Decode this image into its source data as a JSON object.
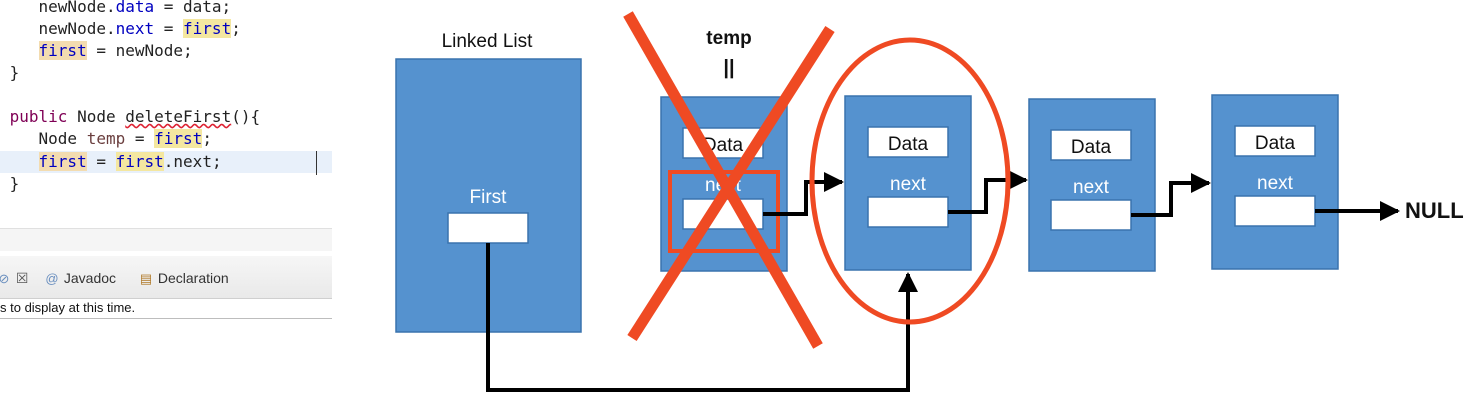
{
  "code": {
    "lines": [
      {
        "segments": [
          {
            "t": "    newNode.",
            "c": ""
          },
          {
            "t": "data",
            "c": "fld"
          },
          {
            "t": " = data;",
            "c": ""
          }
        ]
      },
      {
        "segments": [
          {
            "t": "    newNode.",
            "c": ""
          },
          {
            "t": "next",
            "c": "fld"
          },
          {
            "t": " = ",
            "c": ""
          },
          {
            "t": "first",
            "c": "fld occ"
          },
          {
            "t": ";",
            "c": ""
          }
        ]
      },
      {
        "segments": [
          {
            "t": "    ",
            "c": ""
          },
          {
            "t": "first",
            "c": "fld occ-w"
          },
          {
            "t": " = newNode;",
            "c": ""
          }
        ]
      },
      {
        "segments": [
          {
            "t": " }",
            "c": ""
          }
        ]
      },
      {
        "segments": [
          {
            "t": "",
            "c": ""
          }
        ]
      },
      {
        "segments": [
          {
            "t": " public",
            "c": "kw"
          },
          {
            "t": " Node ",
            "c": ""
          },
          {
            "t": "deleteFirst",
            "c": "sq"
          },
          {
            "t": "(){",
            "c": ""
          }
        ]
      },
      {
        "segments": [
          {
            "t": "    Node ",
            "c": ""
          },
          {
            "t": "temp",
            "c": "var"
          },
          {
            "t": " = ",
            "c": ""
          },
          {
            "t": "first",
            "c": "fld occ"
          },
          {
            "t": ";",
            "c": ""
          }
        ]
      },
      {
        "segments": [
          {
            "t": "    ",
            "c": ""
          },
          {
            "t": "first",
            "c": "fld occ-w"
          },
          {
            "t": " = ",
            "c": ""
          },
          {
            "t": "first",
            "c": "fld occ"
          },
          {
            "t": ".next;",
            "c": ""
          }
        ]
      },
      {
        "segments": [
          {
            "t": " }",
            "c": ""
          }
        ]
      }
    ],
    "highlight_line": 7
  },
  "panel": {
    "tabs": [
      {
        "icon": "problems-icon",
        "glyph": "⊘",
        "label": "",
        "close": "☒"
      },
      {
        "icon": "javadoc-icon",
        "glyph": "@",
        "label": "Javadoc"
      },
      {
        "icon": "declaration-icon",
        "glyph": "▤",
        "label": "Declaration"
      }
    ],
    "status": "s to display at this time."
  },
  "diagram": {
    "head_box": {
      "title": "Linked List",
      "field": "First"
    },
    "temp_label": "temp",
    "temp_equals": "||",
    "nodes": [
      {
        "data": "Data",
        "next": "next",
        "deleted": true
      },
      {
        "data": "Data",
        "next": "next",
        "circled": true
      },
      {
        "data": "Data",
        "next": "next"
      },
      {
        "data": "Data",
        "next": "next"
      }
    ],
    "null_label": "NULL",
    "colors": {
      "box": "#5592cf",
      "box_border": "#3a73ad",
      "mark": "#ef4a23",
      "arrow": "#000000"
    }
  }
}
